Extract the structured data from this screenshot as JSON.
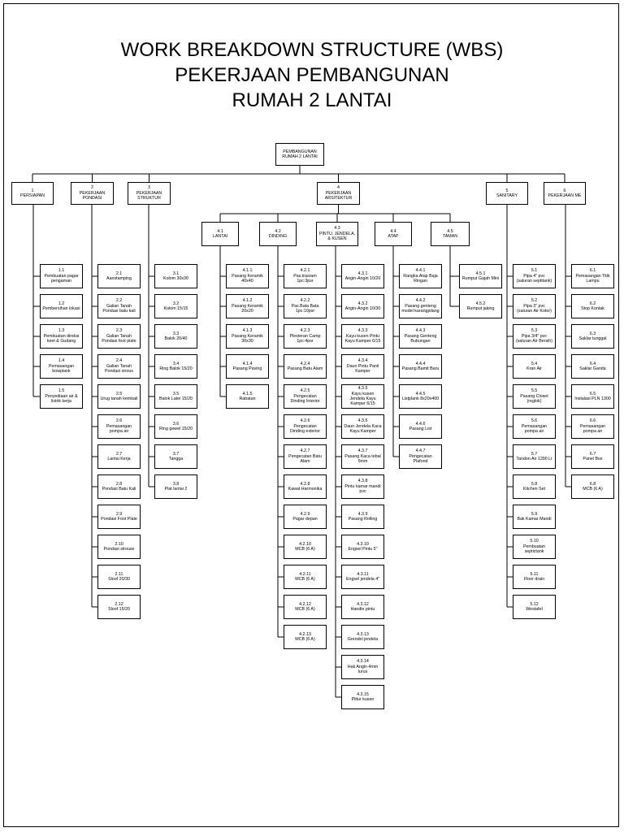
{
  "title": {
    "line1": "WORK BREAKDOWN STRUCTURE (WBS)",
    "line2": "PEKERJAAN PEMBANGUNAN",
    "line3": "RUMAH 2 LANTAI"
  },
  "root": {
    "label": "PEMBANGUNAN RUMAH 2 LANTAI"
  },
  "level1": [
    {
      "id": "1",
      "label": "PERSIAPAN"
    },
    {
      "id": "2",
      "label": "PEKERJAAN PONDASI"
    },
    {
      "id": "3",
      "label": "PEKERJAAN STRUKTUR"
    },
    {
      "id": "4",
      "label": "PEKERJAAN ARSITEKTUR"
    },
    {
      "id": "5",
      "label": "SANITARY"
    },
    {
      "id": "6",
      "label": "PEKERJAAN ME"
    }
  ],
  "level2": [
    {
      "id": "4.1",
      "label": "LANTAI"
    },
    {
      "id": "4.2",
      "label": "DINDING"
    },
    {
      "id": "4.3",
      "label": "PINTU, JENDELA, & KUSEN"
    },
    {
      "id": "4.4",
      "label": "ATAP"
    },
    {
      "id": "4.5",
      "label": "TAMAN"
    }
  ],
  "columns": [
    {
      "items": [
        {
          "id": "1.1",
          "label": "Pembuatan pagar pengaman"
        },
        {
          "id": "1.2",
          "label": "Pembersihan lokasi"
        },
        {
          "id": "1.3",
          "label": "Pembuatan direksi keet & Gudang"
        },
        {
          "id": "1.4",
          "label": "Pemasangan bowplank"
        },
        {
          "id": "1.5",
          "label": "Penyediaan air & listrik kerja"
        }
      ]
    },
    {
      "items": [
        {
          "id": "2.1",
          "label": "Aanstamping"
        },
        {
          "id": "2.2",
          "label": "Galian Tanah Pondasi batu kali"
        },
        {
          "id": "2.3",
          "label": "Galian Tanah Pondasi foot plate"
        },
        {
          "id": "2.4",
          "label": "Galian Tanah Pondasi strous"
        },
        {
          "id": "2.5",
          "label": "Urug tanah kembali"
        },
        {
          "id": "2.6",
          "label": "Pemasangan pompa air"
        },
        {
          "id": "2.7",
          "label": "Lantai Kerja"
        },
        {
          "id": "2.8",
          "label": "Pondasi Batu Kali"
        },
        {
          "id": "2.9",
          "label": "Pondasi Foot Plate"
        },
        {
          "id": "2.10",
          "label": "Pondasi strouse"
        },
        {
          "id": "2.11",
          "label": "Sloof 20/30"
        },
        {
          "id": "2.12",
          "label": "Sloof 15/20"
        }
      ]
    },
    {
      "items": [
        {
          "id": "3.1",
          "label": "Kolom 30x30"
        },
        {
          "id": "3.2",
          "label": "Kolom 15/15"
        },
        {
          "id": "3.3",
          "label": "Balok 20/40"
        },
        {
          "id": "3.4",
          "label": "Ring Balok 15/20"
        },
        {
          "id": "3.5",
          "label": "Balok Latei 15/20"
        },
        {
          "id": "3.6",
          "label": "Ring gewel 15/20"
        },
        {
          "id": "3.7",
          "label": "Tangga"
        },
        {
          "id": "3.8",
          "label": "Plat lantai 2"
        }
      ]
    },
    {
      "items": [
        {
          "id": "4.1.1",
          "label": "Pasang Keramik 40x40"
        },
        {
          "id": "4.1.2",
          "label": "Pasang Keramik 20x20"
        },
        {
          "id": "4.1.3",
          "label": "Pasang Keramik 30x30"
        },
        {
          "id": "4.1.4",
          "label": "Pasang Paving"
        },
        {
          "id": "4.1.5",
          "label": "Rabatan"
        }
      ]
    },
    {
      "items": [
        {
          "id": "4.2.1",
          "label": "Pas.trasram 1pc:3psr"
        },
        {
          "id": "4.2.2",
          "label": "Pas.Bata Bata 1pc:10psr"
        },
        {
          "id": "4.2.3",
          "label": "Plesteran Camp 1pc:4psr"
        },
        {
          "id": "4.2.4",
          "label": "Pasang Batu Alam"
        },
        {
          "id": "4.2.5",
          "label": "Pengecatan Dinding Interior"
        },
        {
          "id": "4.2.6",
          "label": "Pengecatan Dinding exterior"
        },
        {
          "id": "4.2.7",
          "label": "Pengecatan Batu Alam"
        },
        {
          "id": "4.2.8",
          "label": "Kawat Harmonika"
        },
        {
          "id": "4.2.9",
          "label": "Pagar depan"
        },
        {
          "id": "4.2.10",
          "label": "MCB (6 A)"
        },
        {
          "id": "4.2.11",
          "label": "MCB (6 A)"
        },
        {
          "id": "4.2.12",
          "label": "MCB (6 A)"
        },
        {
          "id": "4.2.13",
          "label": "MCB (6 A)"
        }
      ]
    },
    {
      "items": [
        {
          "id": "4.3.1",
          "label": "Angin-Angin 10/20"
        },
        {
          "id": "4.3.2",
          "label": "Angin-Angin 10/30"
        },
        {
          "id": "4.3.3",
          "label": "Kayu kusen Pintu Kayu Kamper 6/15"
        },
        {
          "id": "4.3.4",
          "label": "Daun Pintu Panil Kamper"
        },
        {
          "id": "4.3.5",
          "label": "Kayu kusen Jendela Kayu Kamper 6/15"
        },
        {
          "id": "4.3.6",
          "label": "Daun Jendela Kaca Kayu Kamper"
        },
        {
          "id": "4.3.7",
          "label": "Pasang Kaca tebal 5mm"
        },
        {
          "id": "4.3.8",
          "label": "Pintu kamar mandi pvc"
        },
        {
          "id": "4.3.9",
          "label": "Pasang Rolling"
        },
        {
          "id": "4.3.10",
          "label": "Engsel Pintu 5\""
        },
        {
          "id": "4.3.11",
          "label": "Engsel jendela 4\""
        },
        {
          "id": "4.3.12",
          "label": "Handle pintu"
        },
        {
          "id": "4.3.13",
          "label": "Grendel jendela"
        },
        {
          "id": "4.3.14",
          "label": "Hak Angin 4mm lurus"
        },
        {
          "id": "4.3.15",
          "label": "Plitur kusen"
        }
      ]
    },
    {
      "items": [
        {
          "id": "4.4.1",
          "label": "Rangka Atap Baja Ringan"
        },
        {
          "id": "4.4.2",
          "label": "Pasang genteng model karangpilang"
        },
        {
          "id": "4.4.3",
          "label": "Pasang Genteng Bubungan"
        },
        {
          "id": "4.4.4",
          "label": "Pasang Bamit Baru"
        },
        {
          "id": "4.4.5",
          "label": "Listplank 8x20x400"
        },
        {
          "id": "4.4.6",
          "label": "Pasang List"
        },
        {
          "id": "4.4.7",
          "label": "Pengecatan Plafond"
        }
      ]
    },
    {
      "items": [
        {
          "id": "4.5.1",
          "label": "Rumput Gajah Mini"
        },
        {
          "id": "4.5.2",
          "label": "Rumput jaking"
        }
      ]
    },
    {
      "items": [
        {
          "id": "5.1",
          "label": "Pipa 4\" pvc (saluran septitank)"
        },
        {
          "id": "5.2",
          "label": "Pipa 3\" pvc (saluran Air Kotor)"
        },
        {
          "id": "5.3",
          "label": "Pipa 3/4\" pvc (saluran Air Bersih)"
        },
        {
          "id": "5.4",
          "label": "Kran Air"
        },
        {
          "id": "5.5",
          "label": "Pasang Closet (reglok)"
        },
        {
          "id": "5.6",
          "label": "Pemasangan pompa air"
        },
        {
          "id": "5.7",
          "label": "Tandon Air 1200 Lt"
        },
        {
          "id": "5.8",
          "label": "Kitchen Set"
        },
        {
          "id": "5.9",
          "label": "Bak Kamar Mandi"
        },
        {
          "id": "5.10",
          "label": "Pembuatan septictank"
        },
        {
          "id": "5.11",
          "label": "Floor drain"
        },
        {
          "id": "5.12",
          "label": "Westafel"
        }
      ]
    },
    {
      "items": [
        {
          "id": "6.1",
          "label": "Pemasangan Titik Lampu"
        },
        {
          "id": "6.2",
          "label": "Stop Kontak"
        },
        {
          "id": "6.3",
          "label": "Saklar tunggal"
        },
        {
          "id": "6.4",
          "label": "Saklar Ganda"
        },
        {
          "id": "6.5",
          "label": "Instalasi PLN 1300"
        },
        {
          "id": "6.6",
          "label": "Pemasangan pompa air"
        },
        {
          "id": "6.7",
          "label": "Panel Box"
        },
        {
          "id": "6.8",
          "label": "MCB (6 A)"
        }
      ]
    }
  ]
}
